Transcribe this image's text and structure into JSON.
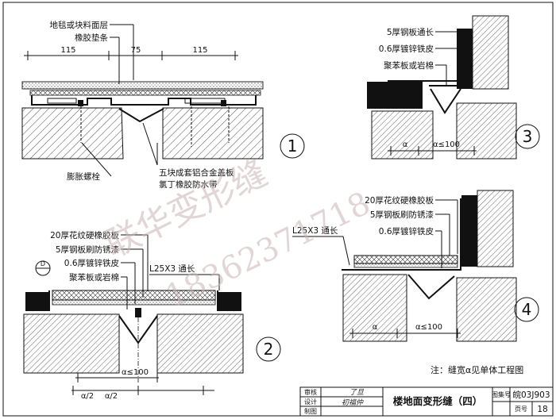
{
  "sheet": {
    "title": "楼地面变形缝（四）",
    "note": "注：缝宽α见单体工程图"
  },
  "title_block": {
    "check_label": "审核",
    "design_label": "设计",
    "draw_label": "制图",
    "atlas_label": "图集号",
    "atlas_number": "皖03J903",
    "page_label": "页号",
    "page_number": "18"
  },
  "detail1": {
    "number": "1",
    "label_carpet": "地毯或块料面层",
    "label_rubber_strip": "橡胶垫条",
    "dim_left": "115",
    "dim_mid": "75",
    "dim_right": "115",
    "label_bolt": "膨胀螺栓",
    "label_cover1": "五块成套铝合金盖板",
    "label_cover2": "氯丁橡胶防水带"
  },
  "detail2": {
    "number": "2",
    "label_rubber_plate": "20厚花纹硬橡胶板",
    "label_steel": "5厚钢板刷防锈漆",
    "label_galv": "0.6厚镀锌铁皮",
    "label_foam": "聚苯板或岩棉",
    "label_angle": "L25X3 通长",
    "section_mark": "D",
    "dim_gap": "α≤100",
    "dim_half": "α/2",
    "dim_half2": "α/2"
  },
  "detail3": {
    "number": "3",
    "label_steel_long": "5厚钢板通长",
    "label_galv": "0.6厚镀锌铁皮",
    "label_foam": "聚苯板或岩棉",
    "dim_a": "α",
    "dim_gap": "α≤100"
  },
  "detail4": {
    "number": "4",
    "label_rubber_plate": "20厚花纹硬橡胶板",
    "label_steel": "5厚钢板刷防锈漆",
    "label_angle": "L25X3 通长",
    "label_galv": "0.6厚镀锌铁皮",
    "dim_a": "α",
    "dim_gap": "α≤100"
  },
  "watermark": {
    "brand": "联华变形缝",
    "phone": "18362371718"
  }
}
